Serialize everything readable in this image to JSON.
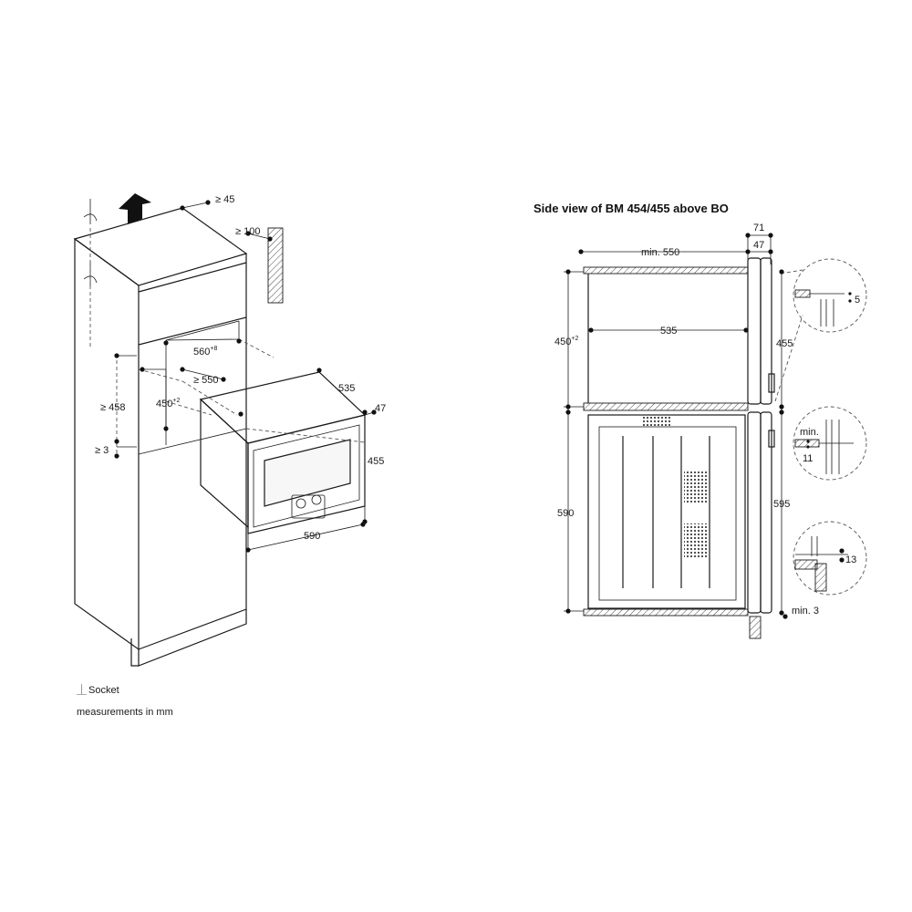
{
  "left_view": {
    "dims": {
      "ge45": "≥ 45",
      "ge100": "≥ 100",
      "w560": "560",
      "w560_tol": "+8",
      "ge550": "≥ 550",
      "d535": "535",
      "d47": "47",
      "h450": "450",
      "h450_tol": "+2",
      "ge458": "≥ 458",
      "ge3": "≥ 3",
      "h455": "455",
      "w590": "590"
    },
    "legend": {
      "socket_symbol": "⏊",
      "socket_label": "Socket",
      "units_note": "measurements in mm"
    }
  },
  "right_view": {
    "title": "Side view of BM 454/455 above BO",
    "dims": {
      "d71": "71",
      "d47": "47",
      "min550": "min. 550",
      "h450": "450",
      "h450_tol": "+2",
      "d535": "535",
      "h455": "455",
      "h590": "590",
      "h595": "595",
      "min3": "min. 3",
      "detail_5": "5",
      "detail_min": "min.",
      "detail_11": "11",
      "detail_13": "13"
    }
  }
}
